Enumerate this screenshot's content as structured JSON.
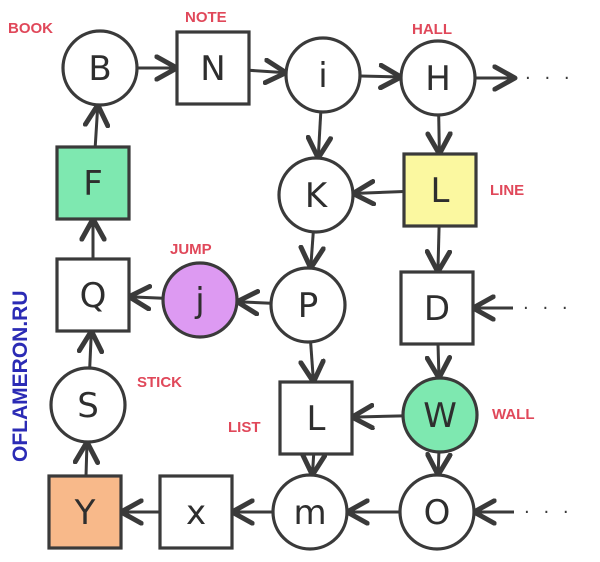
{
  "colors": {
    "ink": "#3a3a3a",
    "label": "#e0485a",
    "watermark": "#2b2bb5",
    "green": "#7ee8b0",
    "purple": "#dd9af2",
    "yellow": "#fbf8a0",
    "orange": "#f8b98a",
    "white": "#ffffff"
  },
  "watermark": "OFLAMERON.RU",
  "continuation": "· · ·",
  "nodes": [
    {
      "id": "B",
      "letter": "B",
      "shape": "circle",
      "fill": "white"
    },
    {
      "id": "N",
      "letter": "N",
      "shape": "square",
      "fill": "white"
    },
    {
      "id": "i",
      "letter": "i",
      "shape": "circle",
      "fill": "white"
    },
    {
      "id": "H",
      "letter": "H",
      "shape": "circle",
      "fill": "white"
    },
    {
      "id": "F",
      "letter": "F",
      "shape": "square",
      "fill": "green"
    },
    {
      "id": "K",
      "letter": "K",
      "shape": "circle",
      "fill": "white"
    },
    {
      "id": "L1",
      "letter": "L",
      "shape": "square",
      "fill": "yellow"
    },
    {
      "id": "Q",
      "letter": "Q",
      "shape": "square",
      "fill": "white"
    },
    {
      "id": "J",
      "letter": "j",
      "shape": "circle",
      "fill": "purple"
    },
    {
      "id": "P",
      "letter": "P",
      "shape": "circle",
      "fill": "white"
    },
    {
      "id": "D",
      "letter": "D",
      "shape": "square",
      "fill": "white"
    },
    {
      "id": "S",
      "letter": "S",
      "shape": "circle",
      "fill": "white"
    },
    {
      "id": "L2",
      "letter": "L",
      "shape": "square",
      "fill": "white"
    },
    {
      "id": "W",
      "letter": "W",
      "shape": "circle",
      "fill": "green"
    },
    {
      "id": "Y",
      "letter": "Y",
      "shape": "square",
      "fill": "orange"
    },
    {
      "id": "X",
      "letter": "x",
      "shape": "square",
      "fill": "white"
    },
    {
      "id": "M",
      "letter": "m",
      "shape": "circle",
      "fill": "white"
    },
    {
      "id": "O",
      "letter": "O",
      "shape": "circle",
      "fill": "white"
    }
  ],
  "edges": [
    {
      "from": "B",
      "to": "N"
    },
    {
      "from": "N",
      "to": "i"
    },
    {
      "from": "i",
      "to": "H"
    },
    {
      "from": "i",
      "to": "K"
    },
    {
      "from": "H",
      "to": "L1"
    },
    {
      "from": "L1",
      "to": "K"
    },
    {
      "from": "L1",
      "to": "D"
    },
    {
      "from": "K",
      "to": "P"
    },
    {
      "from": "P",
      "to": "J"
    },
    {
      "from": "J",
      "to": "Q"
    },
    {
      "from": "P",
      "to": "L2"
    },
    {
      "from": "D",
      "to": "W"
    },
    {
      "from": "W",
      "to": "L2"
    },
    {
      "from": "L2",
      "to": "M"
    },
    {
      "from": "W",
      "to": "O"
    },
    {
      "from": "O",
      "to": "M"
    },
    {
      "from": "M",
      "to": "X"
    },
    {
      "from": "X",
      "to": "Y"
    },
    {
      "from": "Y",
      "to": "S"
    },
    {
      "from": "S",
      "to": "Q"
    },
    {
      "from": "Q",
      "to": "F"
    },
    {
      "from": "F",
      "to": "B"
    }
  ],
  "incoming": [
    {
      "to": "H",
      "dir": "out"
    },
    {
      "to": "D",
      "dir": "in"
    },
    {
      "to": "O",
      "dir": "in"
    }
  ],
  "labels": [
    {
      "node": "B",
      "text": "BOOK"
    },
    {
      "node": "N",
      "text": "NOTE"
    },
    {
      "node": "H",
      "text": "HALL"
    },
    {
      "node": "L1",
      "text": "LINE"
    },
    {
      "node": "J",
      "text": "JUMP"
    },
    {
      "node": "S",
      "text": "STICK"
    },
    {
      "node": "L2",
      "text": "LIST"
    },
    {
      "node": "W",
      "text": "WALL"
    }
  ]
}
